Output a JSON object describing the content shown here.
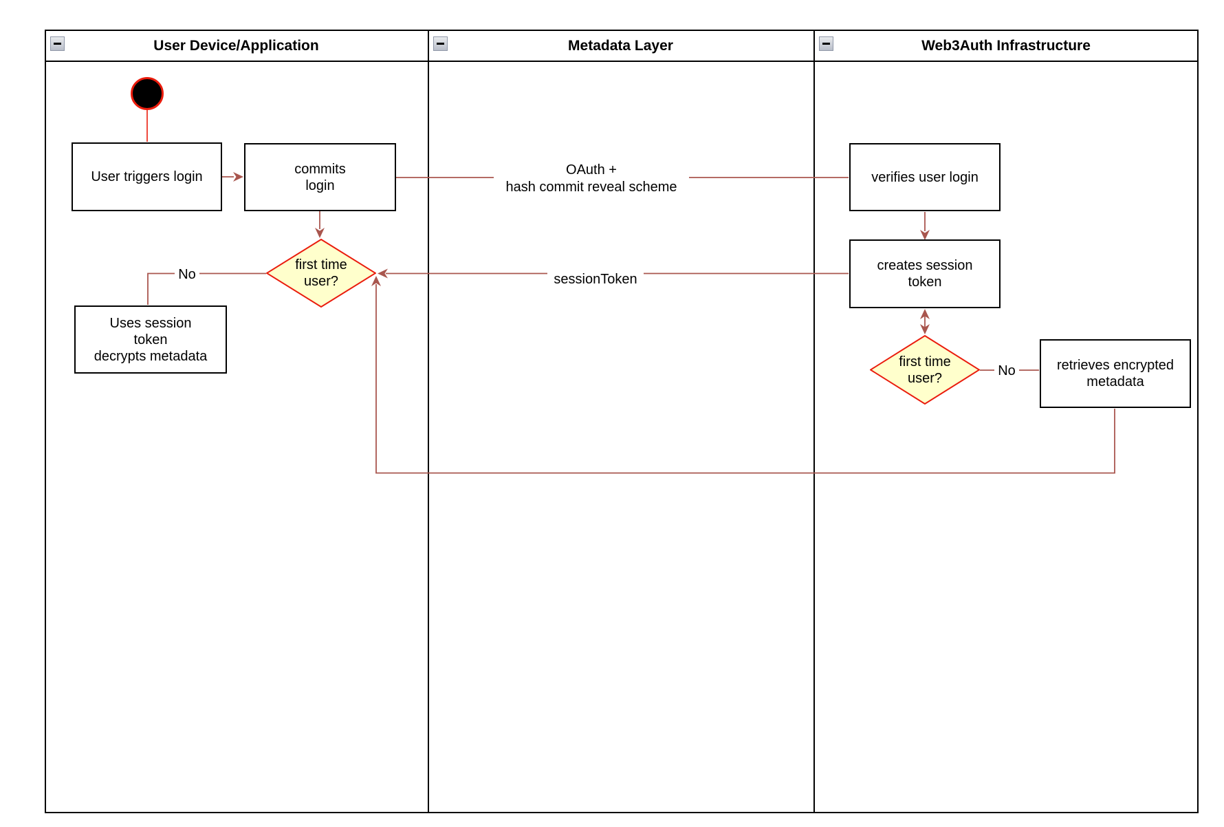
{
  "lanes": [
    {
      "title": "User Device/Application"
    },
    {
      "title": "Metadata Layer"
    },
    {
      "title": "Web3Auth Infrastructure"
    }
  ],
  "nodes": {
    "user_triggers_login": {
      "label": "User triggers login"
    },
    "commits_login": {
      "lines": [
        "commits",
        "login"
      ]
    },
    "first_time_user_left": {
      "lines": [
        "first time",
        "user?"
      ]
    },
    "uses_session_token": {
      "lines": [
        "Uses session",
        "token",
        "decrypts metadata"
      ]
    },
    "verifies_user_login": {
      "label": "verifies user login"
    },
    "creates_session_token": {
      "lines": [
        "creates session",
        "token"
      ]
    },
    "first_time_user_right": {
      "lines": [
        "first time",
        "user?"
      ]
    },
    "retrieves_encrypted_metadata": {
      "lines": [
        "retrieves encrypted",
        "metadata"
      ]
    }
  },
  "edge_labels": {
    "oauth": {
      "lines": [
        "OAuth +",
        "hash commit reveal scheme"
      ]
    },
    "session_token": "sessionToken",
    "no_left": "No",
    "no_right": "No"
  },
  "icons": {
    "collapse_lane": "minus-collapse-button",
    "start_node": "initial-state-filled-circle"
  },
  "colors": {
    "connector": "#a9564e",
    "flow_red": "#ea1c0d",
    "decision_fill": "#ffffcc",
    "decision_border": "#ea1c0d",
    "node_border": "#000000",
    "node_fill": "#ffffff"
  }
}
